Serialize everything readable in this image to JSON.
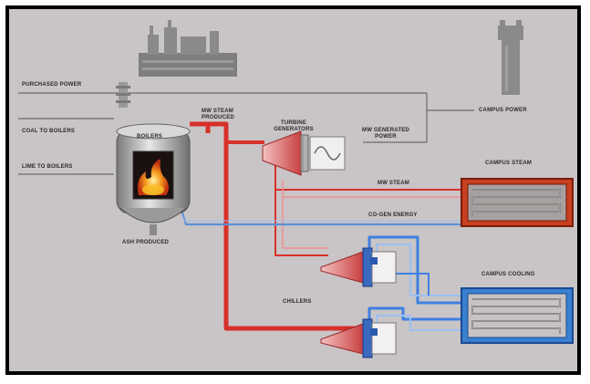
{
  "labels": {
    "purchased_power": "PURCHASED POWER",
    "campus_power": "CAMPUS POWER",
    "coal_to_boilers": "COAL TO BOILERS",
    "lime_to_boilers": "LIME TO BOILERS",
    "boilers": "BOILERS",
    "ash_produced": "ASH PRODUCED",
    "steam_produced_line1": "MW STEAM",
    "steam_produced_line2": "PRODUCED",
    "turbine_line1": "TURBINE",
    "turbine_line2": "GENERATORS",
    "generated_line1": "MW GENERATED",
    "generated_line2": "POWER",
    "campus_steam": "CAMPUS STEAM",
    "mw_steam": "MW STEAM",
    "co_gen_energy": "CO-GEN ENERGY",
    "campus_cooling": "CAMPUS COOLING",
    "chillers": "CHILLERS"
  },
  "icons": [
    "power-plant-icon",
    "smokestack-icon",
    "transformer-icon",
    "boiler-icon",
    "flame-icon",
    "turbine-generator-icon",
    "sine-wave-icon",
    "steam-heat-exchanger-icon",
    "chiller-icon",
    "cooling-heat-exchanger-icon"
  ],
  "colors": {
    "background": "#c9c4c6",
    "frame": "#000000",
    "steam_line": "#d8302a",
    "steam_line_light": "#f09090",
    "power_line": "#6a6a6a",
    "cogen_line": "#5a8fd8",
    "cooling_line": "#3f7fe0",
    "steam_box": "#c8401f",
    "cooling_box": "#3a7fd0"
  }
}
